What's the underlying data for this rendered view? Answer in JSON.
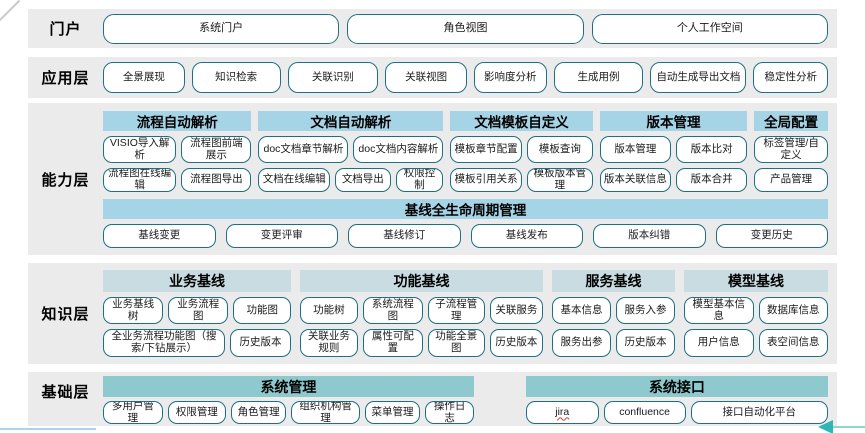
{
  "layers": {
    "portal": {
      "label": "门户",
      "buttons": [
        "系统门户",
        "角色视图",
        "个人工作空间"
      ]
    },
    "application": {
      "label": "应用层",
      "buttons": [
        "全景展现",
        "知识检索",
        "关联识别",
        "关联视图",
        "影响度分析",
        "生成用例",
        "自动生成导出文档",
        "稳定性分析"
      ]
    },
    "capability": {
      "label": "能力层",
      "groups": [
        {
          "header": "流程自动解析",
          "rows": [
            [
              "VISIO导入解析",
              "流程图前端展示"
            ],
            [
              "流程图在线编辑",
              "流程图导出"
            ]
          ]
        },
        {
          "header": "文档自动解析",
          "rows": [
            [
              "doc文档章节解析",
              "doc文档内容解析"
            ],
            [
              "文档在线编辑",
              "文档导出",
              "权限控制"
            ]
          ]
        },
        {
          "header": "文档模板自定义",
          "rows": [
            [
              "模板章节配置",
              "模板查询"
            ],
            [
              "模板引用关系",
              "模板版本管理"
            ]
          ]
        },
        {
          "header": "版本管理",
          "rows": [
            [
              "版本管理",
              "版本比对"
            ],
            [
              "版本关联信息",
              "版本合并"
            ]
          ]
        },
        {
          "header": "全局配置",
          "rows": [
            [
              "标签管理/自定义"
            ],
            [
              "产品管理"
            ]
          ]
        }
      ],
      "baseline": {
        "header": "基线全生命周期管理",
        "buttons": [
          "基线变更",
          "变更评审",
          "基线修订",
          "基线发布",
          "版本纠错",
          "变更历史"
        ]
      }
    },
    "knowledge": {
      "label": "知识层",
      "groups": [
        {
          "header": "业务基线",
          "rows": [
            [
              "业务基线树",
              "业务流程图",
              "功能图"
            ],
            [
              "全业务流程功能图（搜索/下钻展示）",
              "历史版本"
            ]
          ]
        },
        {
          "header": "功能基线",
          "rows": [
            [
              "功能树",
              "系统流程图",
              "子流程管理",
              "关联服务"
            ],
            [
              "关联业务规则",
              "属性可配置",
              "功能全景图",
              "历史版本"
            ]
          ]
        },
        {
          "header": "服务基线",
          "rows": [
            [
              "基本信息",
              "服务入参"
            ],
            [
              "服务出参",
              "历史版本"
            ]
          ]
        },
        {
          "header": "模型基线",
          "rows": [
            [
              "模型基本信息",
              "数据库信息"
            ],
            [
              "用户信息",
              "表空间信息"
            ]
          ]
        }
      ]
    },
    "foundation": {
      "label": "基础层",
      "groups": [
        {
          "header": "系统管理",
          "rows": [
            [
              "多用户管理",
              "权限管理",
              "角色管理",
              "组织机构管理",
              "菜单管理",
              "操作日志"
            ]
          ]
        },
        {
          "header": "系统接口",
          "rows": [
            [
              "jira",
              "confluence",
              "接口自动化平台"
            ]
          ]
        }
      ]
    }
  },
  "colors": {
    "band_background": "#ebebeb",
    "header_blue": "#a4d4e6",
    "header_gray_blue": "#c9dce2",
    "header_teal": "#8dc9cd",
    "button_border": "#1d6f85",
    "arrow_teal": "#2fb5b5",
    "jira_underline": "#d9372f"
  }
}
